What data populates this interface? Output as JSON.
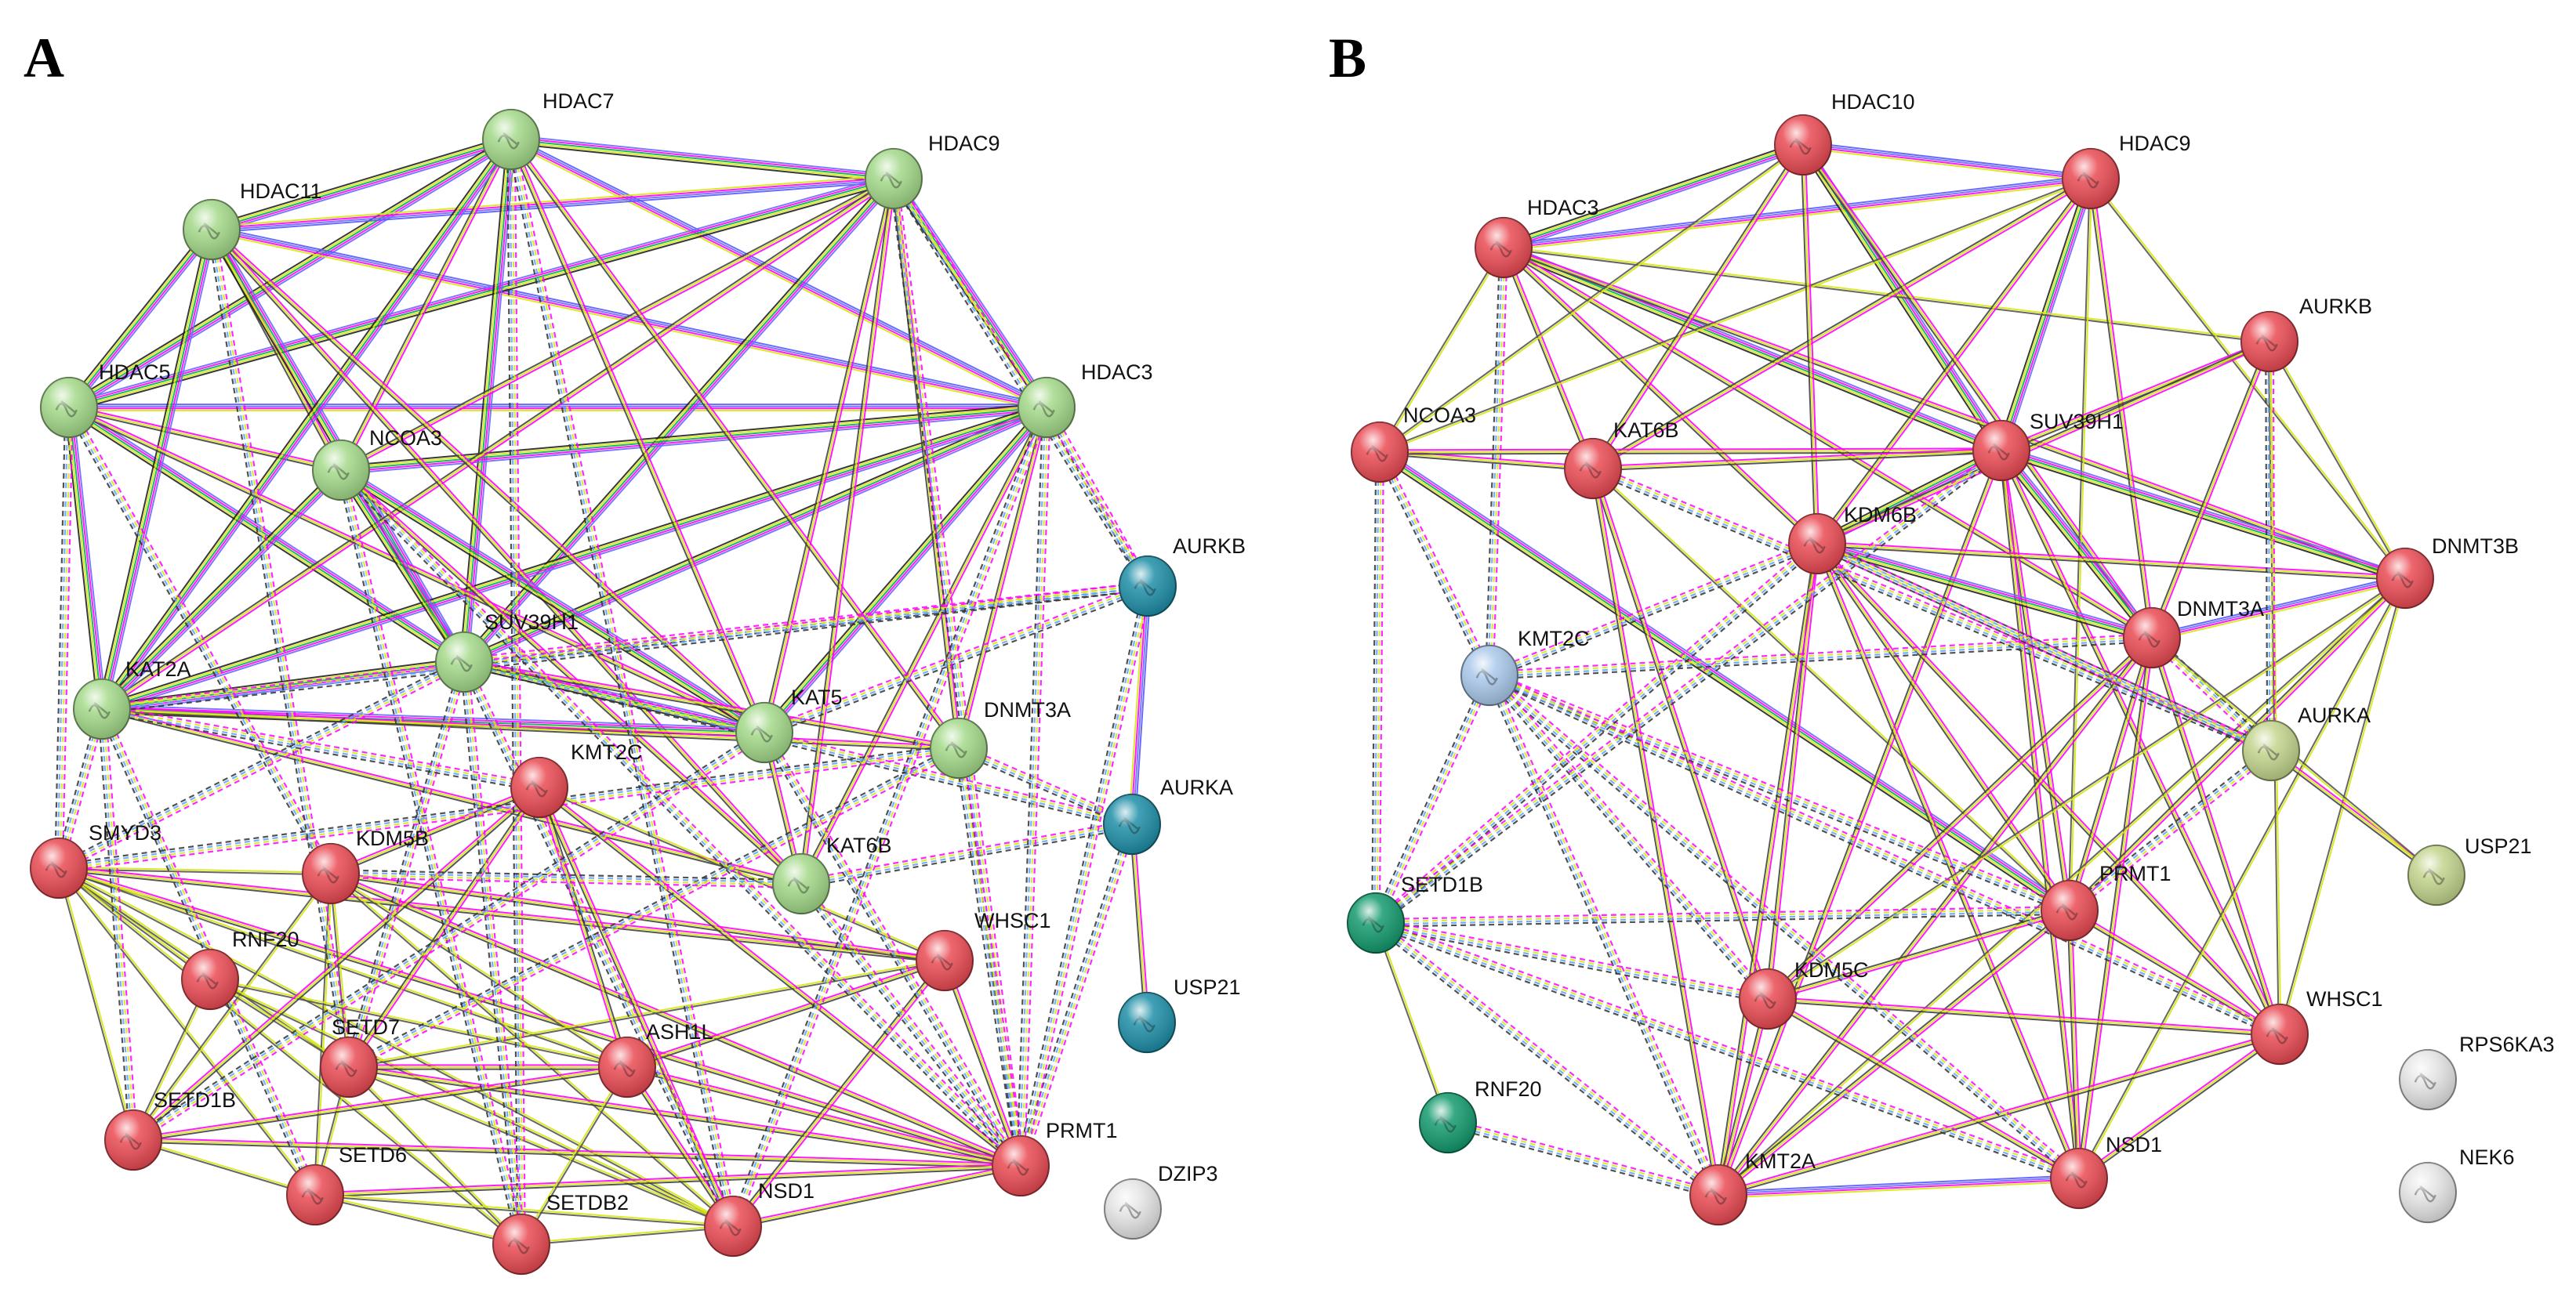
{
  "panels": [
    {
      "id": "A",
      "letter": "A",
      "nodes": [
        {
          "key": "HDAC7",
          "label": "HDAC7",
          "color": "#a4d98a"
        },
        {
          "key": "HDAC9",
          "label": "HDAC9",
          "color": "#a4d98a"
        },
        {
          "key": "HDAC11",
          "label": "HDAC11",
          "color": "#a4d98a"
        },
        {
          "key": "HDAC5",
          "label": "HDAC5",
          "color": "#a4d98a"
        },
        {
          "key": "HDAC3",
          "label": "HDAC3",
          "color": "#a4d98a"
        },
        {
          "key": "NCOA3",
          "label": "NCOA3",
          "color": "#a4d98a"
        },
        {
          "key": "SUV39H1",
          "label": "SUV39H1",
          "color": "#a4d98a"
        },
        {
          "key": "KAT2A",
          "label": "KAT2A",
          "color": "#a4d98a"
        },
        {
          "key": "KAT5",
          "label": "KAT5",
          "color": "#a4d98a"
        },
        {
          "key": "DNMT3A",
          "label": "DNMT3A",
          "color": "#a4d98a"
        },
        {
          "key": "KAT6B",
          "label": "KAT6B",
          "color": "#a4d98a"
        },
        {
          "key": "AURKB",
          "label": "AURKB",
          "color": "#1f8fa8"
        },
        {
          "key": "AURKA",
          "label": "AURKA",
          "color": "#1f8fa8"
        },
        {
          "key": "USP21",
          "label": "USP21",
          "color": "#1f8fa8"
        },
        {
          "key": "KMT2C",
          "label": "KMT2C",
          "color": "#ea4b54"
        },
        {
          "key": "SMYD3",
          "label": "SMYD3",
          "color": "#ea4b54"
        },
        {
          "key": "KDM5B",
          "label": "KDM5B",
          "color": "#ea4b54"
        },
        {
          "key": "RNF20",
          "label": "RNF20",
          "color": "#ea4b54"
        },
        {
          "key": "WHSC1",
          "label": "WHSC1",
          "color": "#ea4b54"
        },
        {
          "key": "SETD7",
          "label": "SETD7",
          "color": "#ea4b54"
        },
        {
          "key": "ASH1L",
          "label": "ASH1L",
          "color": "#ea4b54"
        },
        {
          "key": "SETD1B",
          "label": "SETD1B",
          "color": "#ea4b54"
        },
        {
          "key": "SETD6",
          "label": "SETD6",
          "color": "#ea4b54"
        },
        {
          "key": "PRMT1",
          "label": "PRMT1",
          "color": "#ea4b54"
        },
        {
          "key": "SETDB2",
          "label": "SETDB2",
          "color": "#ea4b54"
        },
        {
          "key": "NSD1",
          "label": "NSD1",
          "color": "#ea4b54"
        },
        {
          "key": "DZIP3",
          "label": "DZIP3",
          "color": "#e6e6e6"
        }
      ]
    },
    {
      "id": "B",
      "letter": "B",
      "nodes": [
        {
          "key": "HDAC10",
          "label": "HDAC10",
          "color": "#ea4b54"
        },
        {
          "key": "HDAC9",
          "label": "HDAC9",
          "color": "#ea4b54"
        },
        {
          "key": "HDAC3",
          "label": "HDAC3",
          "color": "#ea4b54"
        },
        {
          "key": "AURKB",
          "label": "AURKB",
          "color": "#ea4b54"
        },
        {
          "key": "NCOA3",
          "label": "NCOA3",
          "color": "#ea4b54"
        },
        {
          "key": "KAT6B",
          "label": "KAT6B",
          "color": "#ea4b54"
        },
        {
          "key": "SUV39H1",
          "label": "SUV39H1",
          "color": "#ea4b54"
        },
        {
          "key": "KDM6B",
          "label": "KDM6B",
          "color": "#ea4b54"
        },
        {
          "key": "DNMT3B",
          "label": "DNMT3B",
          "color": "#ea4b54"
        },
        {
          "key": "DNMT3A",
          "label": "DNMT3A",
          "color": "#ea4b54"
        },
        {
          "key": "KMT2C",
          "label": "KMT2C",
          "color": "#a9c8ea"
        },
        {
          "key": "AURKA",
          "label": "AURKA",
          "color": "#c2d48c"
        },
        {
          "key": "USP21",
          "label": "USP21",
          "color": "#c2d48c"
        },
        {
          "key": "SETD1B",
          "label": "SETD1B",
          "color": "#149a6e"
        },
        {
          "key": "PRMT1",
          "label": "PRMT1",
          "color": "#ea4b54"
        },
        {
          "key": "KDM5C",
          "label": "KDM5C",
          "color": "#ea4b54"
        },
        {
          "key": "WHSC1",
          "label": "WHSC1",
          "color": "#ea4b54"
        },
        {
          "key": "RPS6KA3",
          "label": "RPS6KA3",
          "color": "#e6e6e6"
        },
        {
          "key": "RNF20",
          "label": "RNF20",
          "color": "#149a6e"
        },
        {
          "key": "NEK6",
          "label": "NEK6",
          "color": "#e6e6e6"
        },
        {
          "key": "KMT2A",
          "label": "KMT2A",
          "color": "#ea4b54"
        },
        {
          "key": "NSD1",
          "label": "NSD1",
          "color": "#ea4b54"
        }
      ]
    }
  ]
}
